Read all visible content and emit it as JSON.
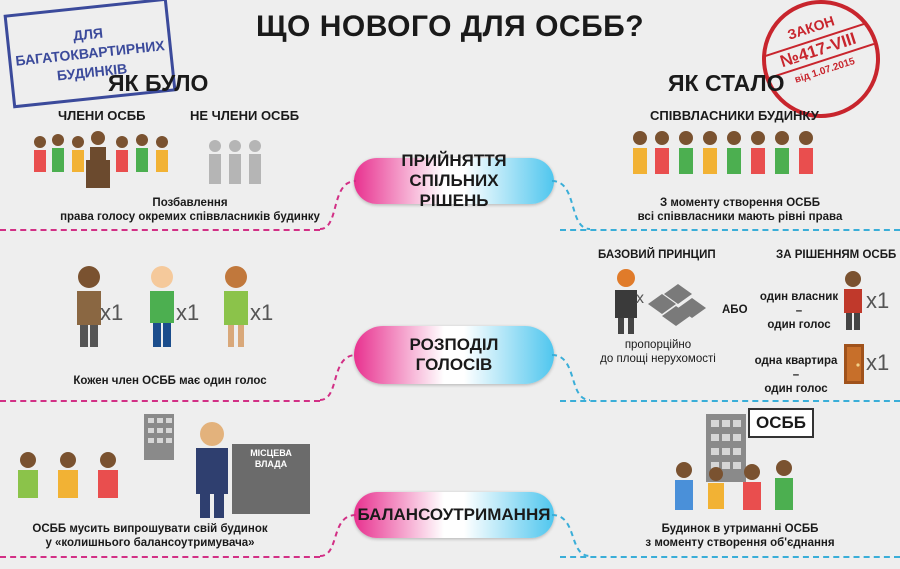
{
  "title": "ЩО НОВОГО ДЛЯ ОСББ?",
  "stamp_left": {
    "line1": "ДЛЯ",
    "line2": "БАГАТОКВАРТИРНИХ",
    "line3": "БУДИНКІВ"
  },
  "stamp_right": {
    "line1": "ЗАКОН",
    "line2": "№417-VIII",
    "line3": "від 1.07.2015"
  },
  "before_header": "ЯК БУЛО",
  "after_header": "ЯК СТАЛО",
  "section1": {
    "label": "ПРИЙНЯТТЯ СПІЛЬНИХ РІШЕНЬ",
    "before_members": "ЧЛЕНИ ОСББ",
    "before_nonmembers": "НЕ ЧЛЕНИ ОСББ",
    "before_caption_1": "Позбавлення",
    "before_caption_2": "права голосу окремих співвласників будинку",
    "after_group": "СПІВВЛАСНИКИ БУДИНКУ",
    "after_caption_1": "З моменту створення ОСББ",
    "after_caption_2": "всі співвласники мають рівні права"
  },
  "section2": {
    "label_1": "РОЗПОДІЛ",
    "label_2": "ГОЛОСІВ",
    "multiplier": "x1",
    "before_caption": "Кожен член ОСББ має один голос",
    "basic_principle": "БАЗОВИЙ ПРИНЦИП",
    "proportional_1": "пропорційно",
    "proportional_2": "до площі нерухомості",
    "or": "АБО",
    "by_decision": "ЗА РІШЕННЯМ ОСББ",
    "one_owner_1": "один власник –",
    "one_owner_2": "один голос",
    "one_flat_1": "одна квартира –",
    "one_flat_2": "один голос",
    "x": "x"
  },
  "section3": {
    "label": "БАЛАНСОУТРИМАННЯ",
    "authority_sign_1": "МІСЦЕВА",
    "authority_sign_2": "ВЛАДА",
    "osbb_sign": "ОСББ",
    "before_caption_1": "ОСББ мусить випрошувати свій будинок",
    "before_caption_2": "у «колишнього балансоутримувача»",
    "after_caption_1": "Будинок в утриманні ОСББ",
    "after_caption_2": "з моменту створення об'єднання"
  },
  "colors": {
    "pink": "#e8318f",
    "blue": "#4fc6ee",
    "stamp_blue": "#3b4a9b",
    "stamp_red": "#c8252d"
  }
}
